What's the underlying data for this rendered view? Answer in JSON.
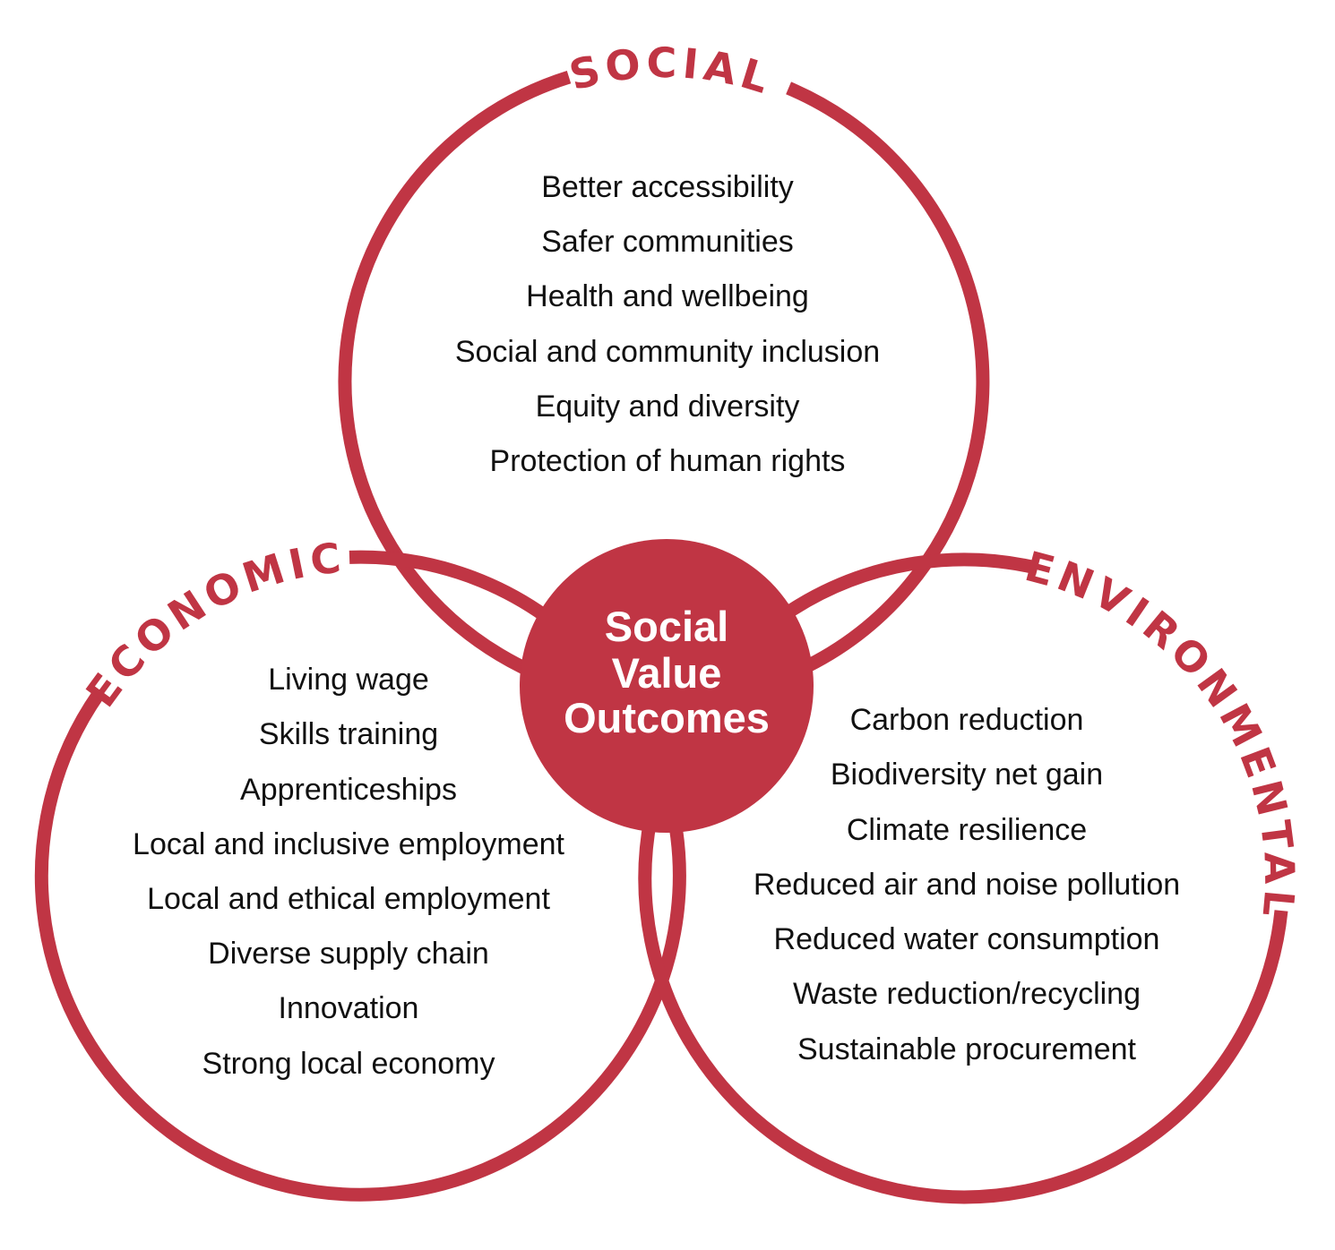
{
  "diagram": {
    "type": "venn",
    "accent_color": "#c03544",
    "text_color": "#111111",
    "center": {
      "lines": [
        "Social",
        "Value",
        "Outcomes"
      ]
    },
    "circles": [
      {
        "id": "social",
        "label": "SOCIAL",
        "items": [
          "Better accessibility",
          "Safer communities",
          "Health and wellbeing",
          "Social and community inclusion",
          "Equity and diversity",
          "Protection of human rights"
        ]
      },
      {
        "id": "economic",
        "label": "ECONOMIC",
        "items": [
          "Living wage",
          "Skills training",
          "Apprenticeships",
          "Local and inclusive employment",
          "Local and ethical employment",
          "Diverse supply chain",
          "Innovation",
          "Strong local economy"
        ]
      },
      {
        "id": "environmental",
        "label": "ENVIRONMENTAL",
        "items": [
          "Carbon reduction",
          "Biodiversity net gain",
          "Climate resilience",
          "Reduced air and noise pollution",
          "Reduced water consumption",
          "Waste reduction/recycling",
          "Sustainable procurement"
        ]
      }
    ]
  }
}
